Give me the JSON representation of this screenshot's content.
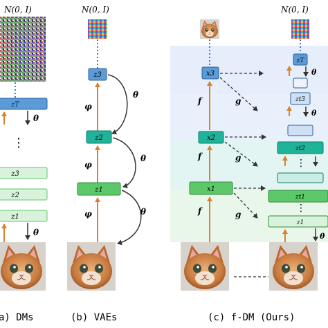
{
  "noise_labels": {
    "prior": "N(0, I)"
  },
  "nodes": {
    "dm": {
      "zT": "zT",
      "z3": "z3",
      "z2": "z2",
      "z1": "z1"
    },
    "vae": {
      "z3": "z3",
      "z2": "z2",
      "z1": "z1"
    },
    "fdm": {
      "x3": "x3",
      "x2": "x2",
      "x1": "x1",
      "zT": "zT",
      "zt3": "zt3",
      "zt2": "zt2",
      "zt1": "zt1",
      "z1": "z1"
    }
  },
  "symbols": {
    "theta": "θ",
    "phi": "φ",
    "f": "f",
    "g": "g",
    "vdots": "⋮"
  },
  "captions": {
    "a": "a) DMs",
    "b": "(b) VAEs",
    "c": "(c) f-DM (Ours)"
  },
  "colors": {
    "blue_box": "#5a9bd8",
    "green_box": "#5cc86a",
    "teal_box": "#1fb39a",
    "orange_arrow": "#d9822b",
    "dotted_blue": "#3a7bc8",
    "panel_blue": "#e6eefb",
    "panel_teal": "#e3f5f2",
    "panel_green": "#e9f7ea"
  },
  "icons": [
    "noise-image",
    "cat-photo",
    "cat-thumbnail"
  ]
}
